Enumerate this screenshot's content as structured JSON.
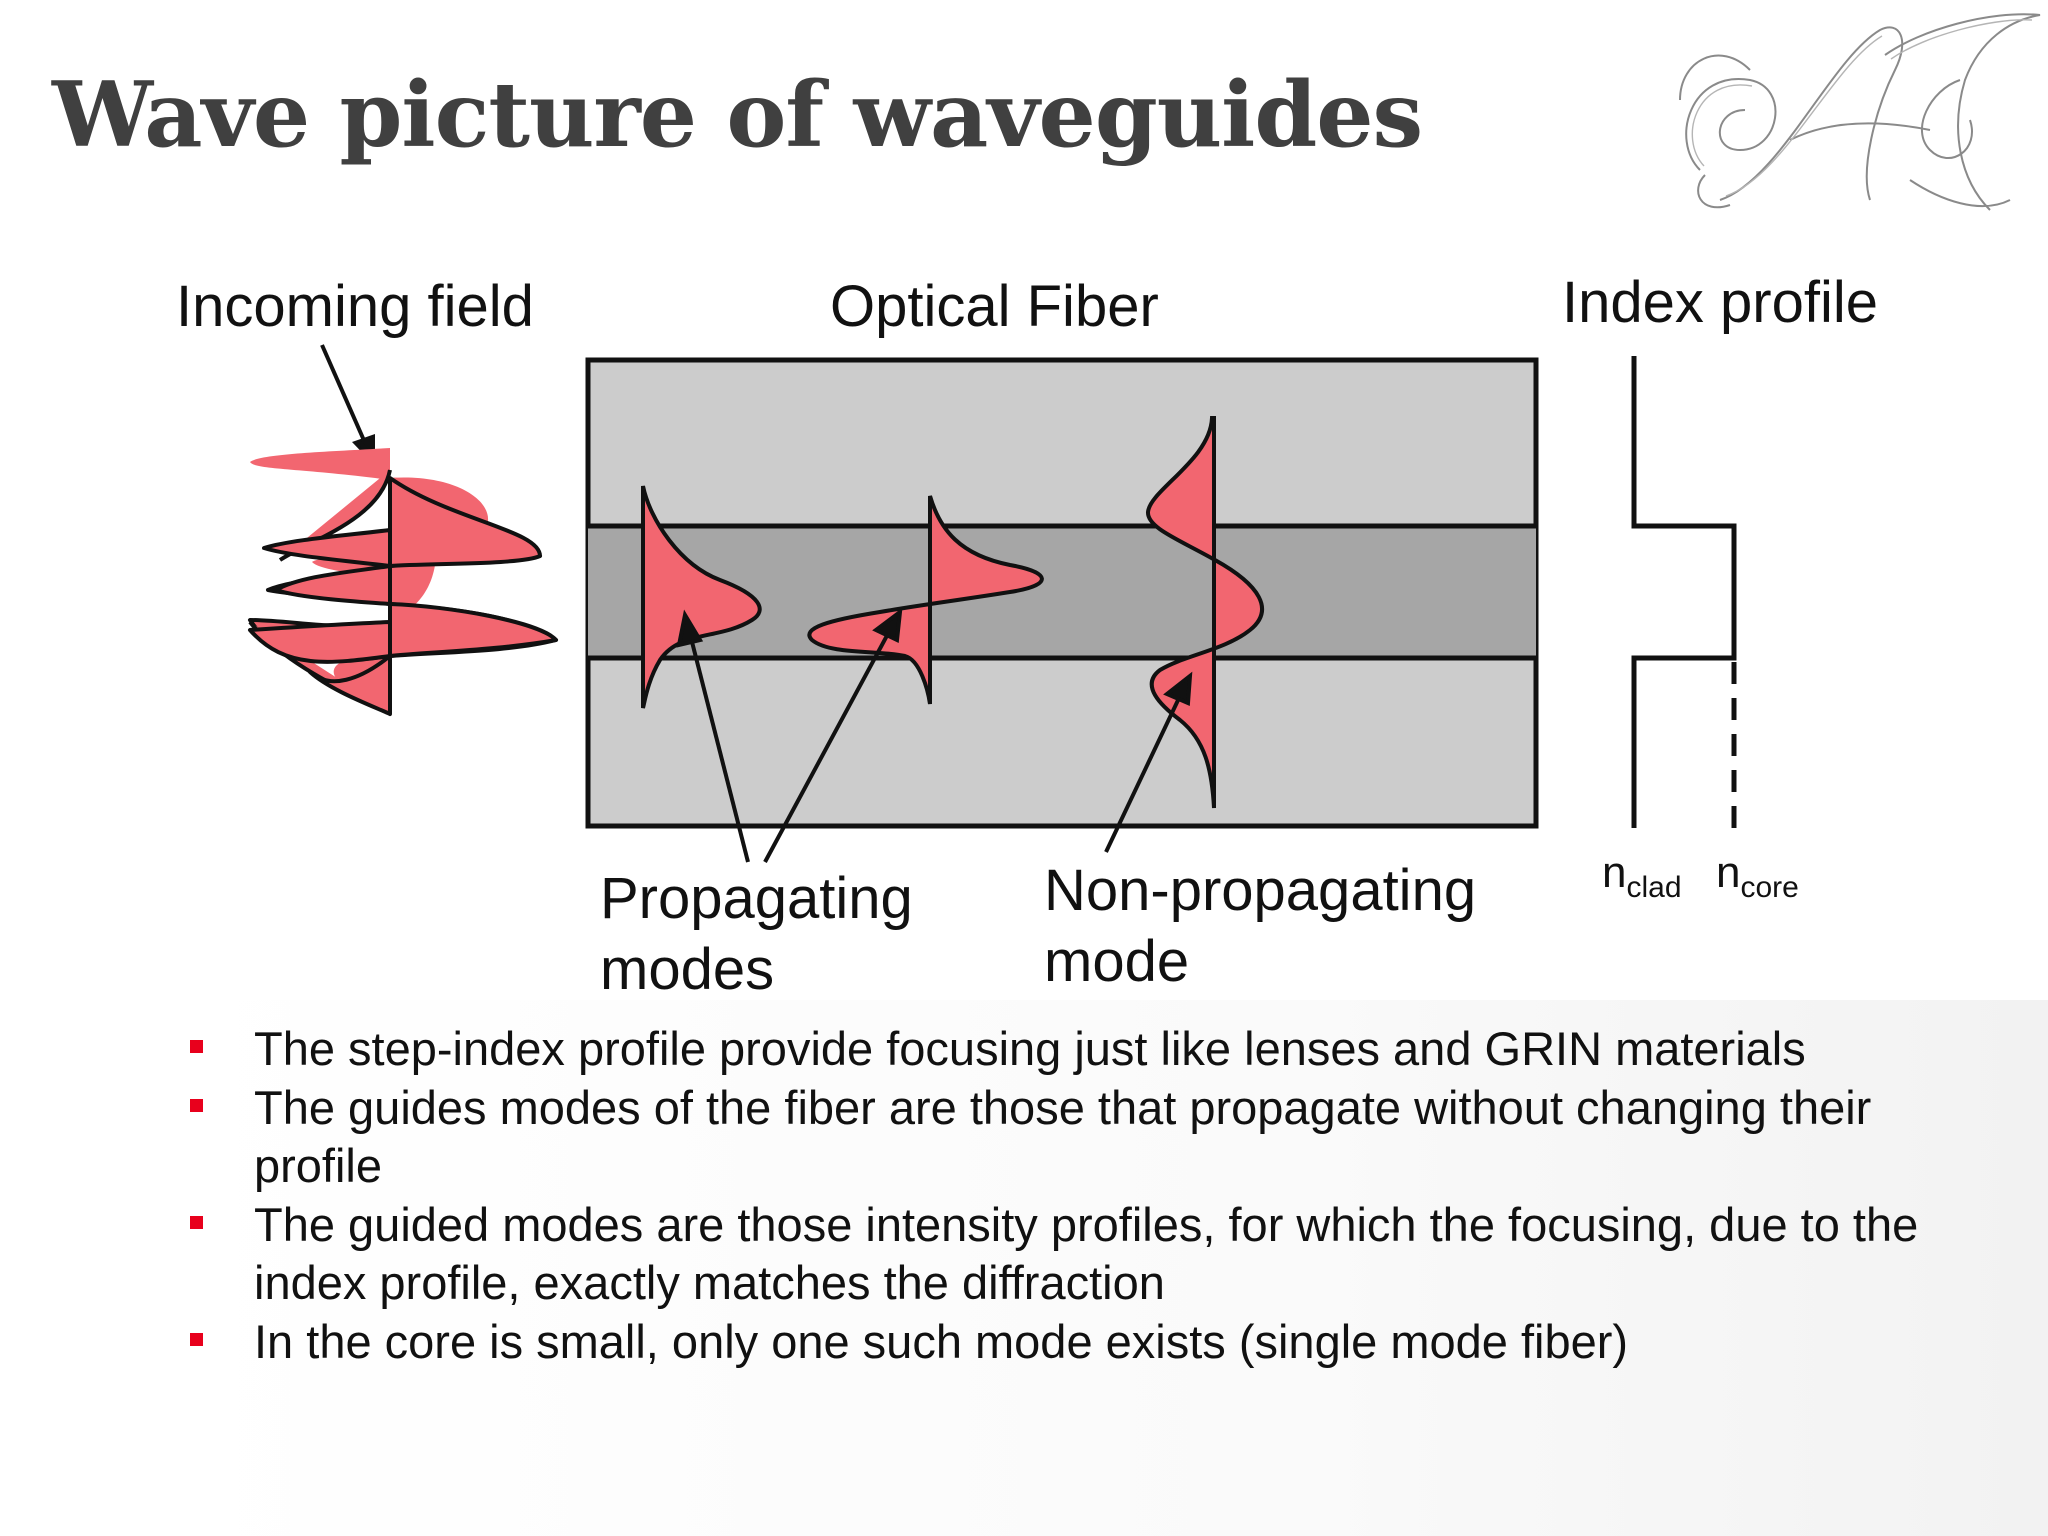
{
  "title": "Wave picture of waveguides",
  "logo": {
    "name": "AT monogram",
    "icon": "monogram-logo"
  },
  "diagram": {
    "labels": {
      "incoming_field": "Incoming field",
      "optical_fiber": "Optical Fiber",
      "index_profile": "Index profile",
      "propagating_line1": "Propagating",
      "propagating_line2": "modes",
      "nonprop_line1": "Non-propagating",
      "nonprop_line2": "mode",
      "n_clad_base": "n",
      "n_clad_sub": "clad",
      "n_core_base": "n",
      "n_core_sub": "core"
    },
    "colors": {
      "cladding": "#cccccc",
      "core": "#a6a6a6",
      "mode_fill": "#f26670",
      "outline": "#111111"
    }
  },
  "bullets": [
    {
      "text": "The step-index profile provide focusing just like lenses and GRIN materials"
    },
    {
      "text": "The guides modes of the fiber are those that propagate without changing their profile"
    },
    {
      "text": "The guided modes are those intensity profiles, for which the focusing, due to the index profile, exactly matches the diffraction"
    },
    {
      "text": "In the core is small, only one such mode exists (single mode fiber)"
    }
  ],
  "bullet_color": "#e8001c"
}
